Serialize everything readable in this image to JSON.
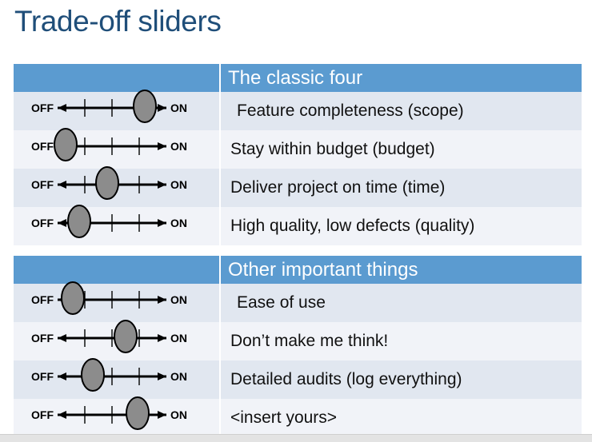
{
  "slide": {
    "title": "Trade-off sliders",
    "colors": {
      "title": "#1F4E79",
      "header_band": "#5B9BD0",
      "row_alt_dark": "#E1E7F0",
      "row_alt_light": "#F1F3F8",
      "knob_fill": "#8C8C8C",
      "knob_stroke": "#000000",
      "axis": "#000000",
      "bottom_strip": "#E3E3E3"
    },
    "slider_scale": {
      "min_label": "OFF",
      "max_label": "ON",
      "tick_count": 3
    },
    "tables": [
      {
        "header": {
          "slider_col": "",
          "label_col": "The classic four"
        },
        "rows": [
          {
            "label": "Feature completeness (scope)",
            "indent": true,
            "value": 0.8,
            "off_label": "OFF",
            "on_label": "ON"
          },
          {
            "label": "Stay within budget (budget)",
            "indent": false,
            "value": 0.07,
            "off_label": "OFF",
            "on_label": "ON"
          },
          {
            "label": "Deliver project on time (time)",
            "indent": false,
            "value": 0.45,
            "off_label": "OFF",
            "on_label": "ON"
          },
          {
            "label": "High quality, low defects (quality)",
            "indent": false,
            "value": 0.22,
            "off_label": "OFF",
            "on_label": "ON"
          }
        ]
      },
      {
        "header": {
          "slider_col": "",
          "label_col": "Other important things"
        },
        "rows": [
          {
            "label": "Ease of use",
            "indent": true,
            "value": 0.14,
            "off_label": "OFF",
            "on_label": "ON"
          },
          {
            "label": "Don’t make me think!",
            "indent": false,
            "value": 0.58,
            "off_label": "OFF",
            "on_label": "ON"
          },
          {
            "label": "Detailed audits (log everything)",
            "indent": false,
            "value": 0.33,
            "off_label": "OFF",
            "on_label": "ON"
          },
          {
            "label": "<insert yours>",
            "indent": false,
            "value": 0.72,
            "off_label": "OFF",
            "on_label": "ON"
          }
        ]
      }
    ]
  }
}
